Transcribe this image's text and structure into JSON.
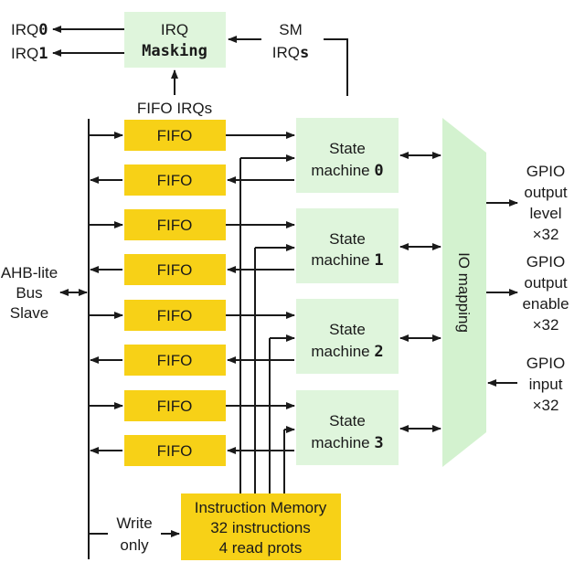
{
  "irq": {
    "out0_prefix": "IRQ",
    "out0_digit": "0",
    "out1_prefix": "IRQ",
    "out1_digit": "1",
    "masking_line1": "IRQ",
    "masking_line2": "Masking",
    "sm_irqs_line1": "SM",
    "sm_irqs_line2_prefix": "IRQ",
    "sm_irqs_line2_suffix": "s",
    "fifo_irqs": "FIFO IRQs"
  },
  "bus": {
    "line1": "AHB-lite",
    "line2": "Bus",
    "line3": "Slave"
  },
  "fifos": [
    "FIFO",
    "FIFO",
    "FIFO",
    "FIFO",
    "FIFO",
    "FIFO",
    "FIFO",
    "FIFO"
  ],
  "state_machines": [
    {
      "line1": "State",
      "line2": "machine",
      "index": "0"
    },
    {
      "line1": "State",
      "line2": "machine",
      "index": "1"
    },
    {
      "line1": "State",
      "line2": "machine",
      "index": "2"
    },
    {
      "line1": "State",
      "line2": "machine",
      "index": "3"
    }
  ],
  "io_mapping": "IO mapping",
  "gpio": {
    "output_level": [
      "GPIO",
      "output",
      "level",
      "×32"
    ],
    "output_enable": [
      "GPIO",
      "output",
      "enable",
      "×32"
    ],
    "input": [
      "GPIO",
      "input",
      "×32"
    ]
  },
  "write_only": {
    "line1": "Write",
    "line2": "only"
  },
  "instruction_memory": {
    "line1": "Instruction Memory",
    "line2": "32 instructions",
    "line3": "4 read prots"
  },
  "colors": {
    "fifo_fill": "#f7d117",
    "state_machine_fill": "#dff5dc",
    "io_mapping_fill": "#d3f2cf",
    "masking_fill": "#dff5dc",
    "instruction_memory_fill": "#f7d117"
  }
}
